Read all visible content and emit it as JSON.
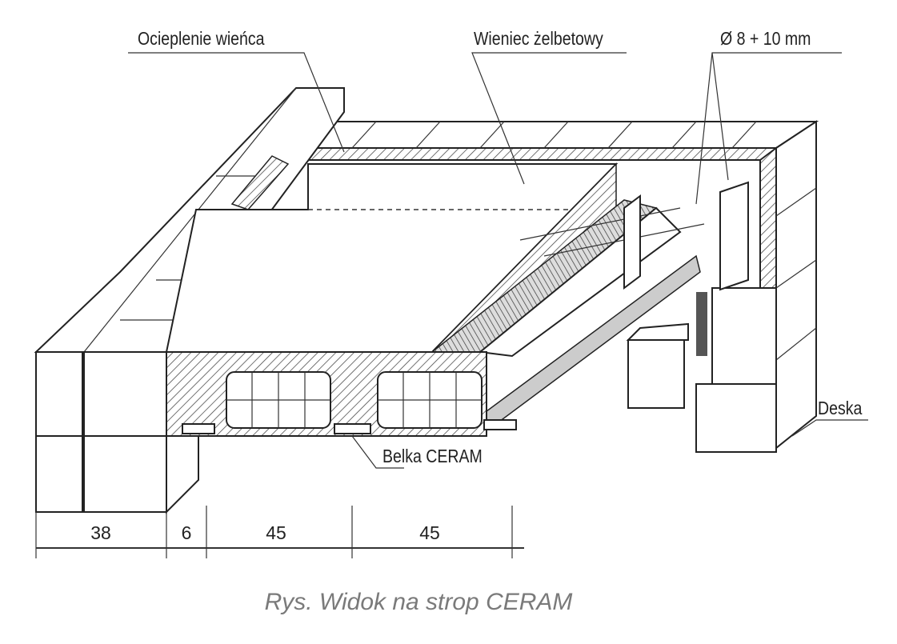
{
  "labels": {
    "ring_insulation": "Ocieplenie wieńca",
    "reinforced_ring_beam": "Wieniec żelbetowy",
    "rebar_diameter": "Ø 8 + 10 mm",
    "board": "Deska",
    "beam": "Belka CERAM"
  },
  "dimensions": [
    "38",
    "6",
    "45",
    "45"
  ],
  "caption": "Rys. Widok na strop CERAM"
}
